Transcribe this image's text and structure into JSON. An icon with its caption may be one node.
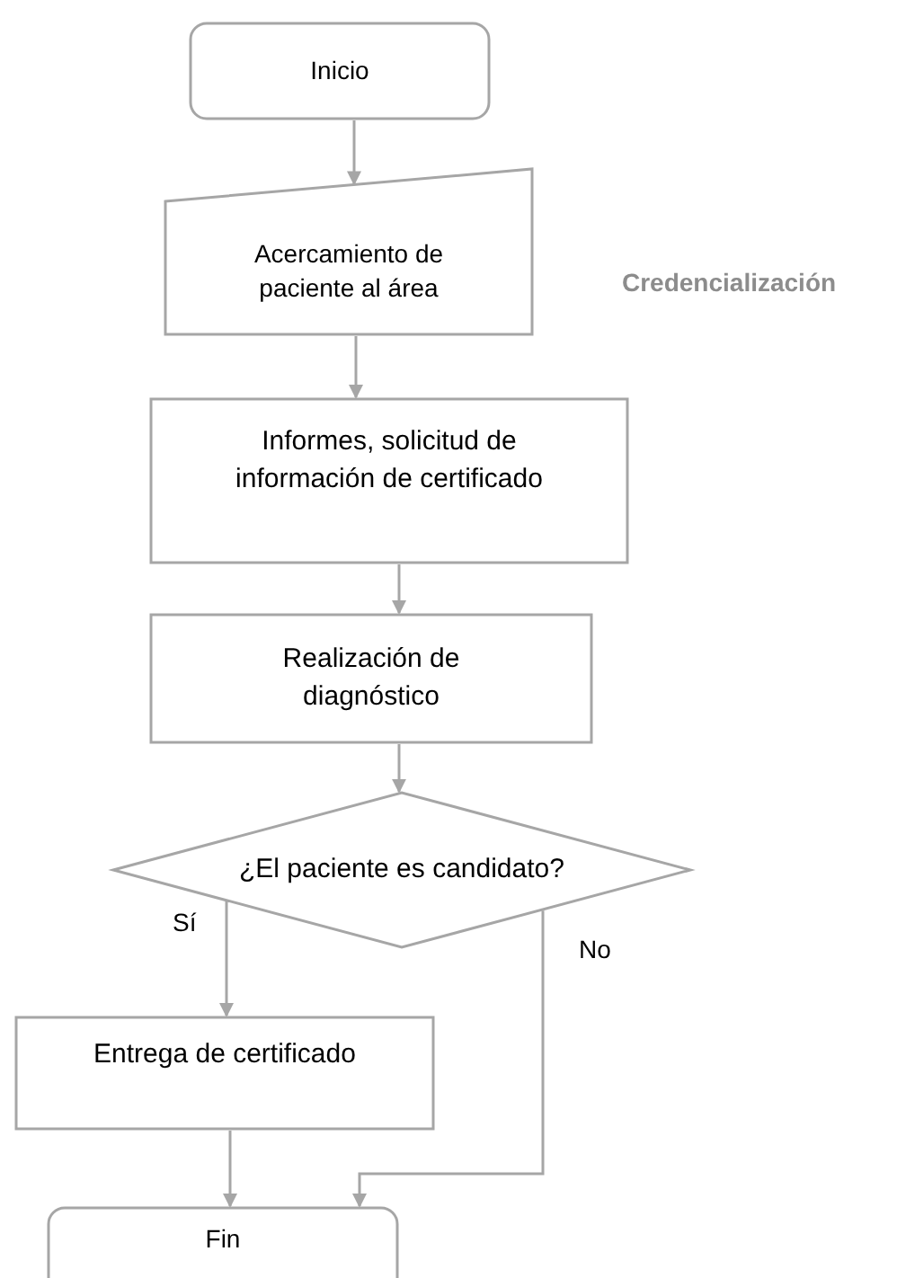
{
  "diagram": {
    "nodes": [
      {
        "text": [
          "Inicio"
        ]
      },
      {
        "text": [
          "Acercamiento de paciente al área"
        ]
      },
      {
        "text": [
          "Informes, solicitud de información de certificado"
        ]
      },
      {
        "text": [
          "Realización de diagnóstico"
        ]
      },
      {
        "text": [
          "¿El paciente es candidato?"
        ]
      },
      {
        "text": [
          "Entrega de certificado"
        ]
      },
      {
        "text": [
          "Fin"
        ]
      }
    ],
    "edges": [
      {
        "from": 0,
        "to": 1,
        "arrow": "to"
      },
      {
        "from": 1,
        "to": 2,
        "arrow": "to"
      },
      {
        "from": 2,
        "to": 3,
        "arrow": "to"
      },
      {
        "from": 3,
        "to": 4,
        "arrow": "to"
      },
      {
        "from": 4,
        "to": 5,
        "arrow": "to",
        "label": "Sí"
      },
      {
        "from": 5,
        "to": 6,
        "arrow": "to"
      },
      {
        "from": 4,
        "to": 6,
        "arrow": "to",
        "label": "No"
      }
    ],
    "labels": [
      "Credencialización"
    ]
  }
}
